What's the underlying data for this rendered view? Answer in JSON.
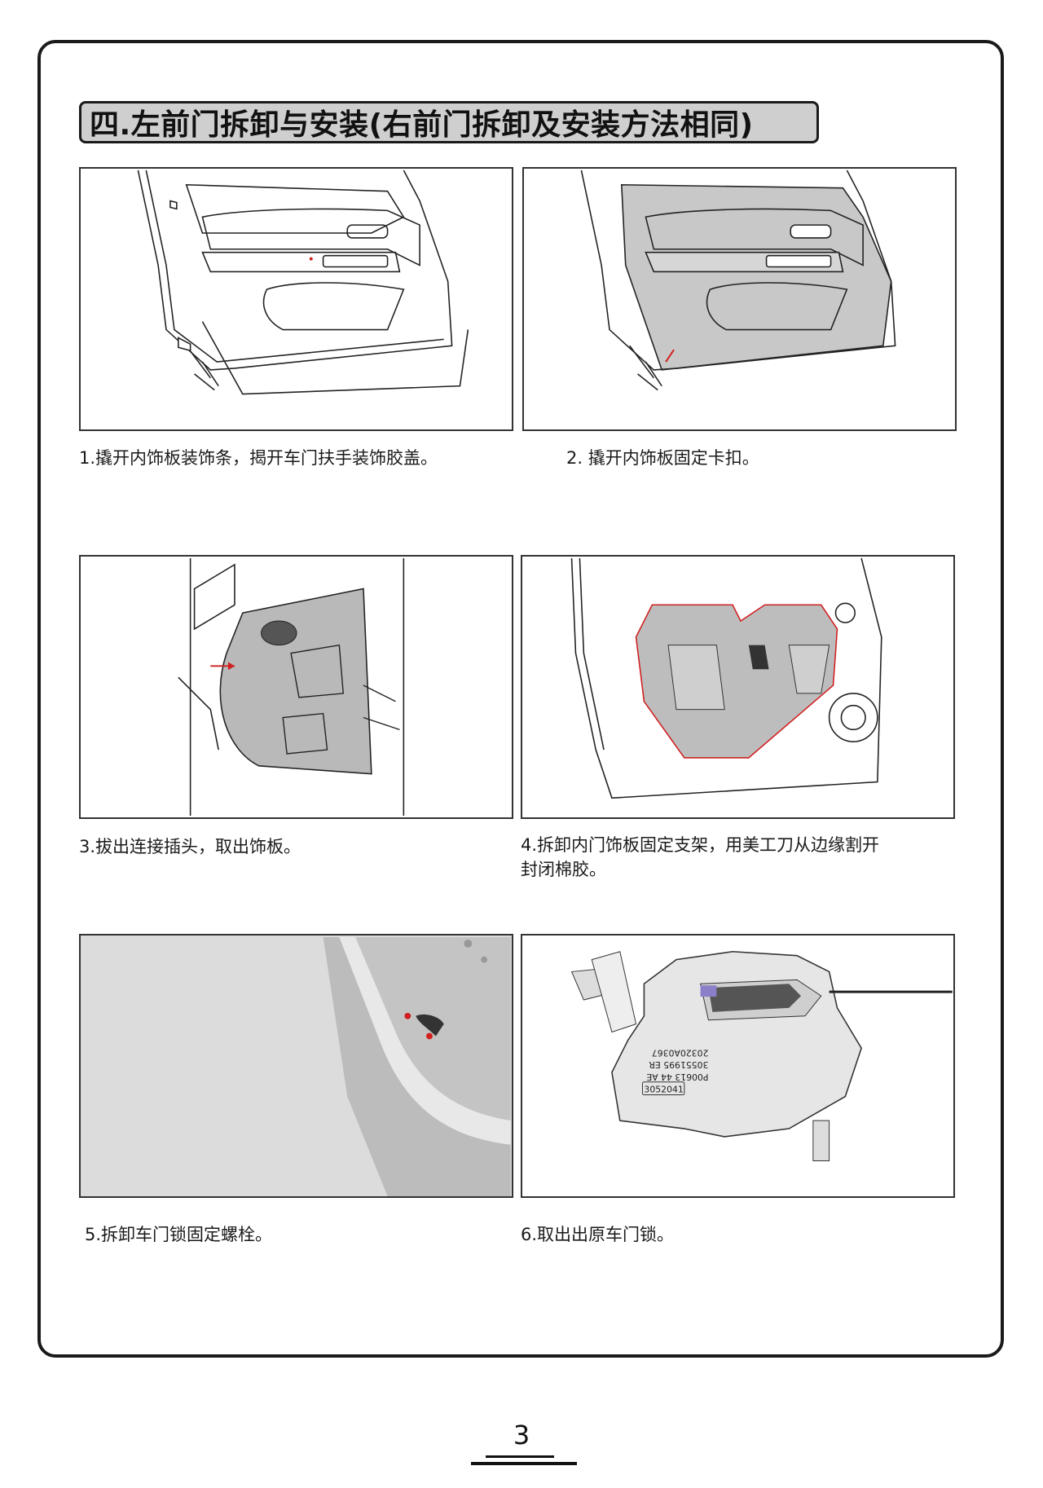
{
  "title": "四.左前门拆卸与安装(右前门拆卸及安装方法相同)",
  "steps": [
    {
      "caption": "1.撬开内饰板装饰条，揭开车门扶手装饰胶盖。"
    },
    {
      "caption": "2. 撬开内饰板固定卡扣。"
    },
    {
      "caption": "3.拔出连接插头，取出饰板。"
    },
    {
      "caption": "4.拆卸内门饰板固定支架，用美工刀从边缘割开",
      "caption_line2": "封闭棉胶。"
    },
    {
      "caption": "5.拆卸车门锁固定螺栓。"
    },
    {
      "caption": "6.取出出原车门锁。"
    }
  ],
  "lock_labels": {
    "part_no": "3052041",
    "code1": "P00613 44 AE",
    "code2": "30551995 ER",
    "code3": "20320A0367"
  },
  "page_number": "3",
  "colors": {
    "panel_gray": "#c8c8c8",
    "accent_red": "#d02020",
    "foam_gray": "#bdbdbd"
  }
}
